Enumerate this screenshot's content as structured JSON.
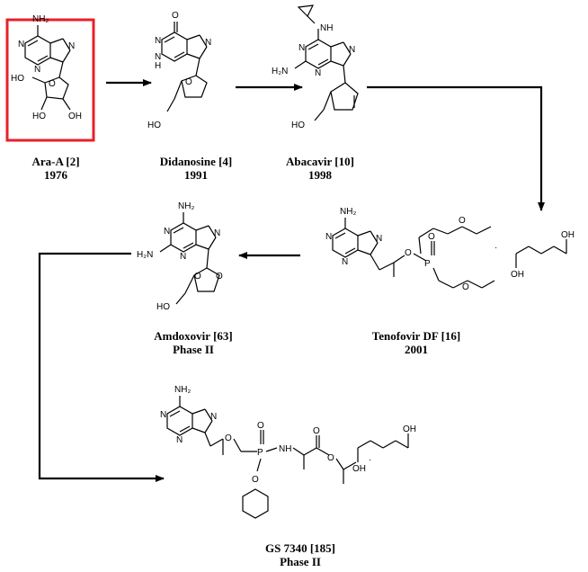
{
  "compounds": {
    "araa": {
      "name": "Ara-A [2]",
      "year": "1976"
    },
    "didanosine": {
      "name": "Didanosine [4]",
      "year": "1991"
    },
    "abacavir": {
      "name": "Abacavir [10]",
      "year": "1998"
    },
    "tenofovir": {
      "name": "Tenofovir DF [16]",
      "year": "2001"
    },
    "amdoxovir": {
      "name": "Amdoxovir [63]",
      "year": "Phase II"
    },
    "gs7340": {
      "name": "GS 7340 [185]",
      "year": "Phase II"
    }
  },
  "atoms": {
    "nh2": "NH₂",
    "n": "N",
    "h": "H",
    "o": "O",
    "ho": "HO",
    "oh": "OH",
    "nh": "NH",
    "p": "P",
    "h2n": "H₂N",
    "dot": "·"
  },
  "colors": {
    "highlight_box": "#e8202a",
    "ink": "#000000"
  }
}
